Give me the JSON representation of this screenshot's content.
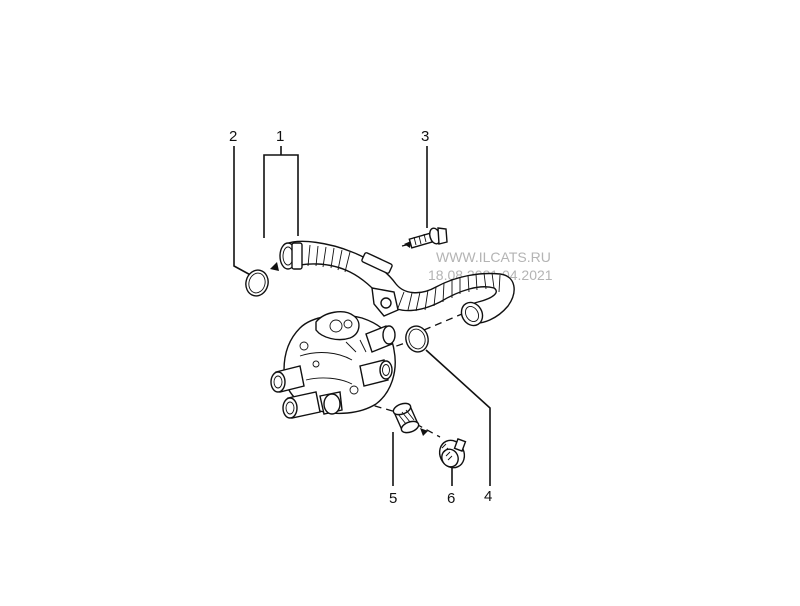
{
  "callouts": {
    "c1": "1",
    "c2": "2",
    "c3": "3",
    "c4": "4",
    "c5": "5",
    "c6": "6"
  },
  "watermark": {
    "line1": "WWW.ILCATS.RU",
    "line2": "18.08.2021.04.2021"
  }
}
